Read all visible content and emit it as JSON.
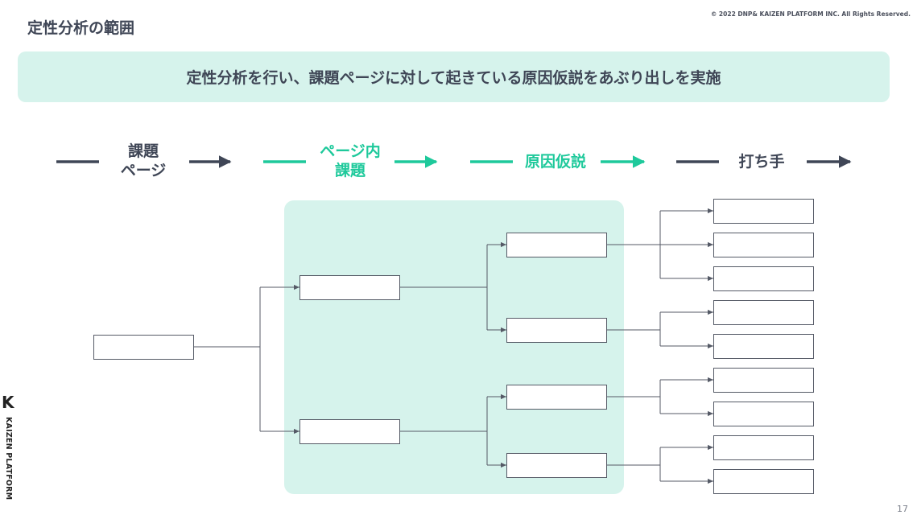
{
  "header": {
    "title": "定性分析の範囲",
    "copyright": "© 2022 DNP& KAIZEN PLATFORM INC. All Rights Reserved."
  },
  "banner": {
    "text": "定性分析を行い、課題ページに対して起きている原因仮説をあぶり出しを実施"
  },
  "stages": [
    {
      "label_lines": [
        "課題",
        "ページ"
      ],
      "color": "#3f4656"
    },
    {
      "label_lines": [
        "ページ内",
        "課題"
      ],
      "color": "#1ec99b"
    },
    {
      "label_lines": [
        "原因仮説"
      ],
      "color": "#1ec99b"
    },
    {
      "label_lines": [
        "打ち手"
      ],
      "color": "#3f4656"
    }
  ],
  "colors": {
    "dark": "#3f4656",
    "accent": "#1ec99b",
    "panel": "#d6f3ec"
  },
  "logo": {
    "text": "KAIZEN PLATFORM",
    "icon": "kaizen-logo-icon"
  },
  "footer": {
    "page_number": "17"
  }
}
